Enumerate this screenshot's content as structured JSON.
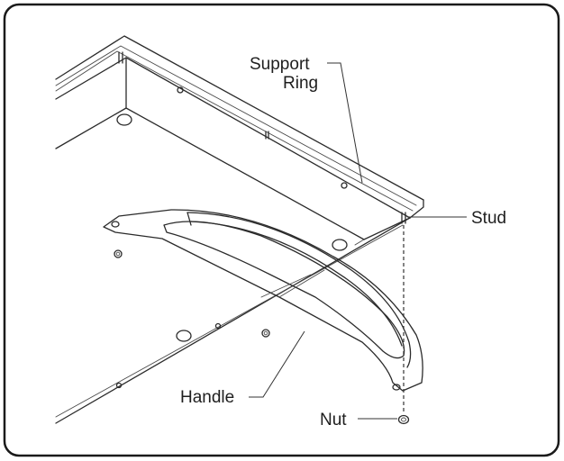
{
  "labels": {
    "support_ring_line1": "Support",
    "support_ring_line2": "Ring",
    "stud": "Stud",
    "handle": "Handle",
    "nut": "Nut"
  }
}
